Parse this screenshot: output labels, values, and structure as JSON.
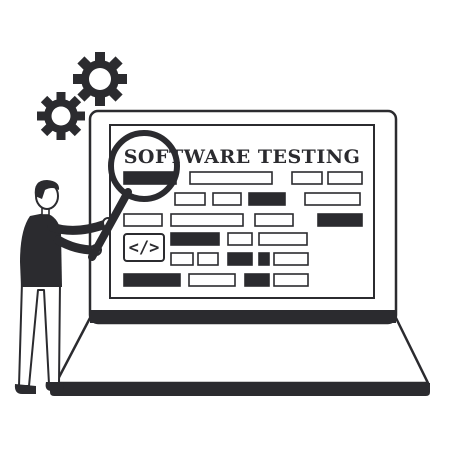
{
  "illustration": {
    "subject": "software-testing",
    "screen_title": "SOFTWARE TESTING",
    "code_badge": "</>",
    "icons": [
      "gear-icon",
      "gear-icon",
      "magnifying-glass-icon",
      "code-icon",
      "laptop-icon",
      "person-figure"
    ],
    "colors": {
      "ink": "#2b2b2f",
      "paper": "#ffffff"
    }
  }
}
